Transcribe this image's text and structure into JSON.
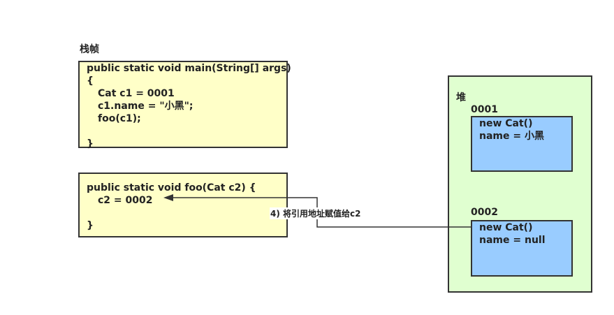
{
  "stack": {
    "title": "栈帧",
    "main_frame": {
      "lines": [
        "public static void main(String[] args)",
        "{",
        "Cat c1 = 0001",
        "c1.name = \"小黑\";",
        "foo(c1);",
        "}"
      ]
    },
    "foo_frame": {
      "lines": [
        "public static void foo(Cat c2) {",
        "c2 = 0002",
        "}"
      ]
    }
  },
  "heap": {
    "title": "堆",
    "objects": [
      {
        "address": "0001",
        "lines": [
          "new Cat()",
          "name = 小黑"
        ]
      },
      {
        "address": "0002",
        "lines": [
          "new Cat()",
          "name = null"
        ]
      }
    ]
  },
  "arrow": {
    "label": "4) 将引用地址赋值给c2"
  },
  "colors": {
    "stack_frame_fill": "#ffffc8",
    "heap_fill": "#e0ffd0",
    "object_fill": "#99ccff",
    "border": "#333333"
  }
}
